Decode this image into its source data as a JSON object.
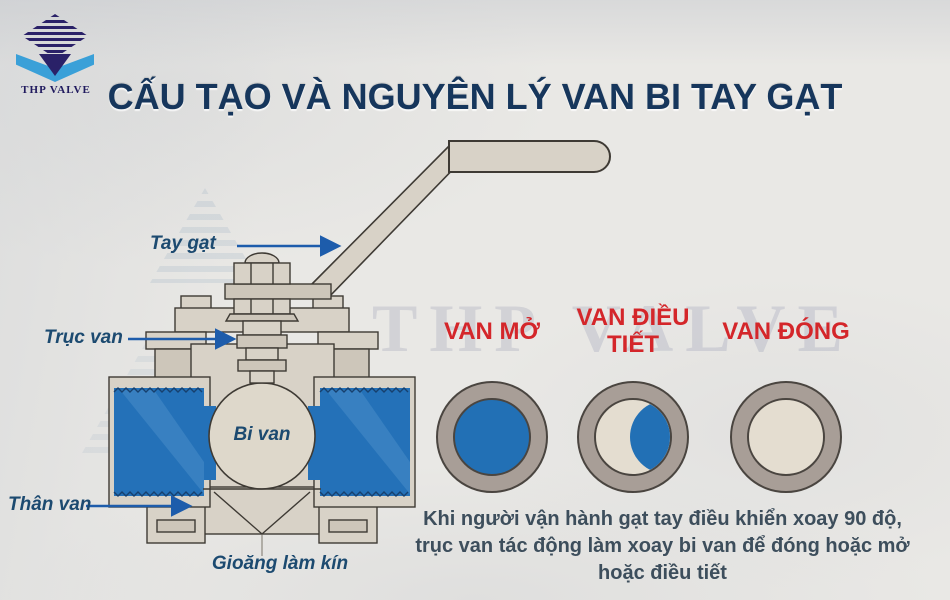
{
  "brand": {
    "logo_text": "THP VALVE",
    "watermark_text": "THP VALVE"
  },
  "title": "CẤU TẠO VÀ NGUYÊN LÝ VAN BI TAY GẠT",
  "valve_labels": {
    "handle": "Tay gạt",
    "stem": "Trục van",
    "ball": "Bi van",
    "body": "Thân van",
    "seal": "Gioăng làm kín"
  },
  "valve_states": [
    {
      "label": "VAN MỞ",
      "state": "open"
    },
    {
      "label": "VAN ĐIỀU TIẾT",
      "state": "regulating"
    },
    {
      "label": "VAN ĐÓNG",
      "state": "closed"
    }
  ],
  "description": {
    "line1": "Khi người vận hành gạt tay điều khiển xoay 90 độ,",
    "line2": "trục van tác động làm xoay bi van để đóng hoặc mở",
    "line3": "hoặc điều tiết"
  },
  "colors": {
    "title_navy": "#16365c",
    "label_blue": "#1c4a70",
    "arrow_blue": "#1d5cab",
    "state_red": "#d4262a",
    "port_blue": "#2471b8",
    "body_beige": "#d8d2c7",
    "ring_taupe": "#a89e97",
    "bore_beige": "#e4ddd0"
  }
}
